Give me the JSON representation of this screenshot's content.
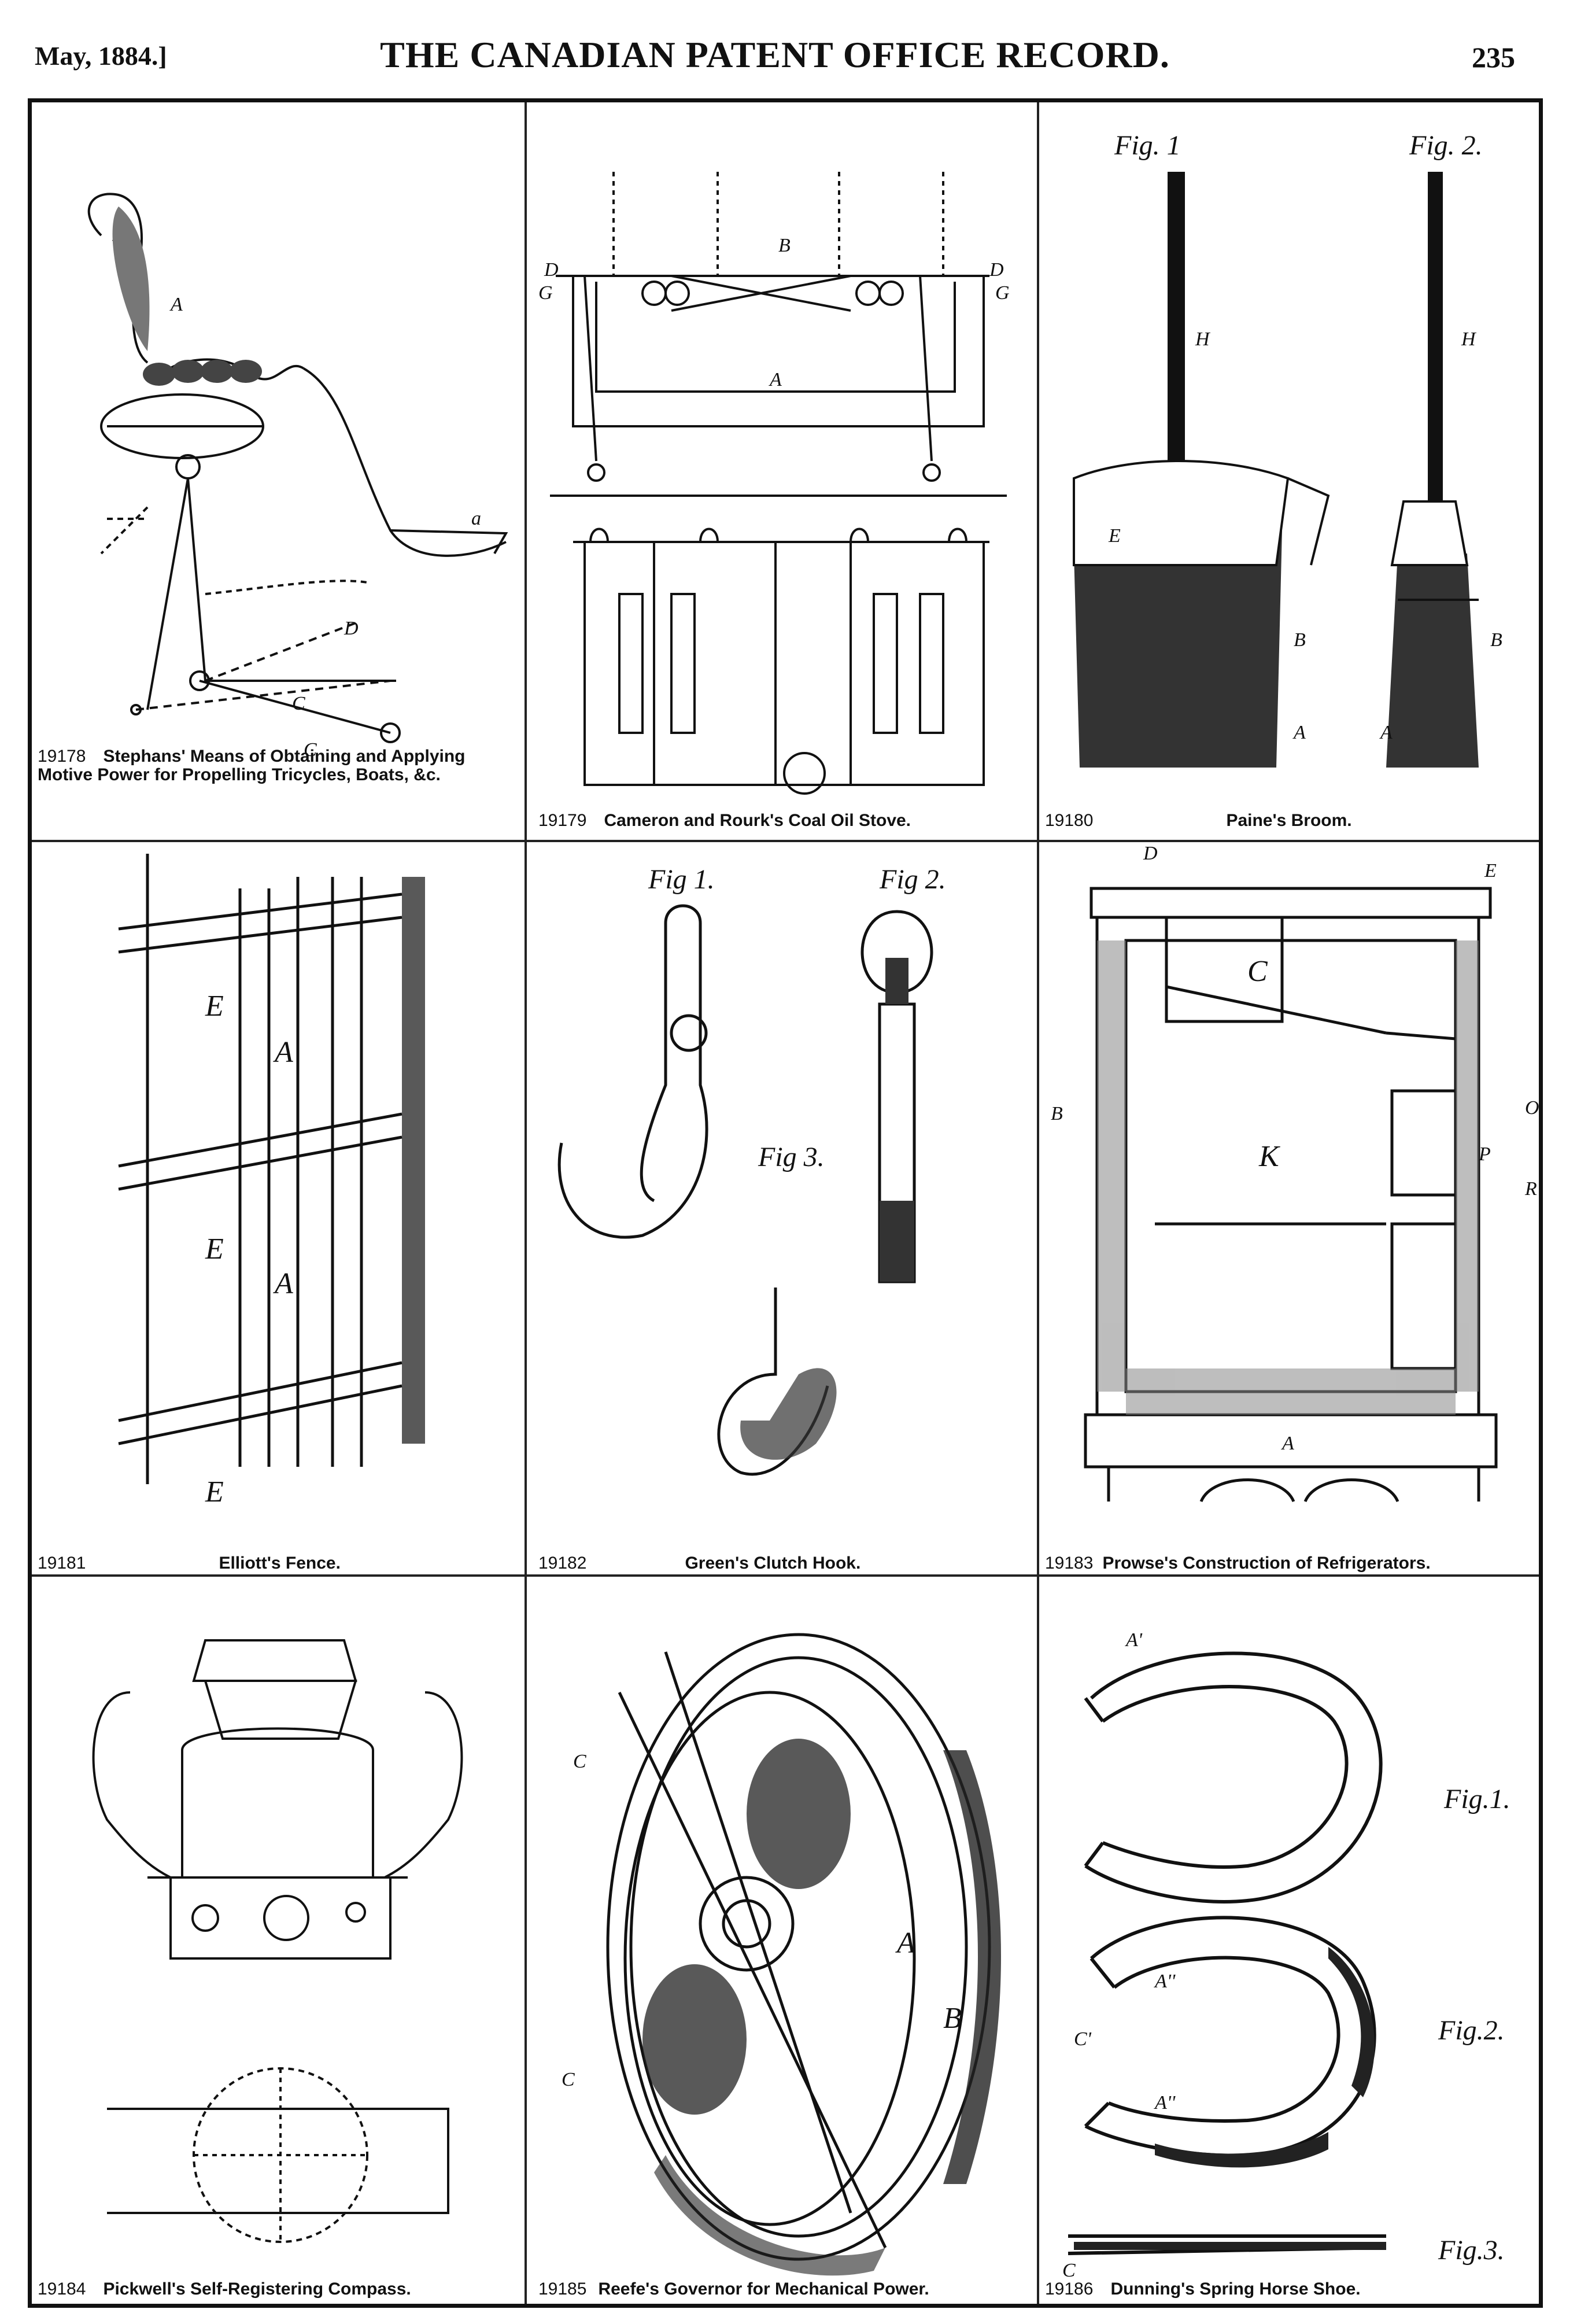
{
  "header": {
    "date": "May, 1884.]",
    "title": "THE CANADIAN PATENT OFFICE RECORD.",
    "page": "235"
  },
  "patents": [
    {
      "number": "19178",
      "title": "Stephans' Means of Obtaining and Applying Motive Power for Propelling Tricycles, Boats, &c."
    },
    {
      "number": "19179",
      "title": "Cameron and Rourk's Coal Oil Stove."
    },
    {
      "number": "19180",
      "title": "Paine's Broom."
    },
    {
      "number": "19181",
      "title": "Elliott's Fence."
    },
    {
      "number": "19182",
      "title": "Green's Clutch Hook."
    },
    {
      "number": "19183",
      "title": "Prowse's Construction of Refrigerators."
    },
    {
      "number": "19184",
      "title": "Pickwell's Self-Registering Compass."
    },
    {
      "number": "19185",
      "title": "Reefe's Governor for Mechanical Power."
    },
    {
      "number": "19186",
      "title": "Dunning's Spring Horse Shoe."
    }
  ],
  "figure_labels": {
    "fig1": "Fig. 1",
    "fig2": "Fig. 2",
    "fig3": "Fig. 3",
    "fig1_alt": "Fig.1.",
    "fig2_alt": "Fig.2.",
    "fig3_alt": "Fig.3."
  }
}
